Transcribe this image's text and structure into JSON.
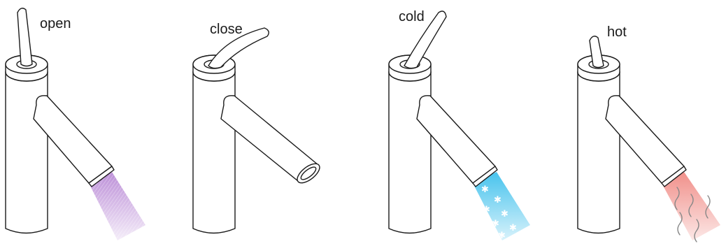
{
  "faucets": [
    {
      "key": "open",
      "label": "open",
      "water": "purple",
      "lever": "up"
    },
    {
      "key": "close",
      "label": "close",
      "water": "none",
      "lever": "tilted"
    },
    {
      "key": "cold",
      "label": "cold",
      "water": "blue",
      "lever": "tilted-right"
    },
    {
      "key": "hot",
      "label": "hot",
      "water": "red",
      "lever": "up-short"
    }
  ],
  "colors": {
    "outline": "#1a1a1a",
    "water_purple": "#b98ad6",
    "water_blue": "#3ec0ec",
    "water_red": "#f08a84",
    "steam": "#888888"
  }
}
